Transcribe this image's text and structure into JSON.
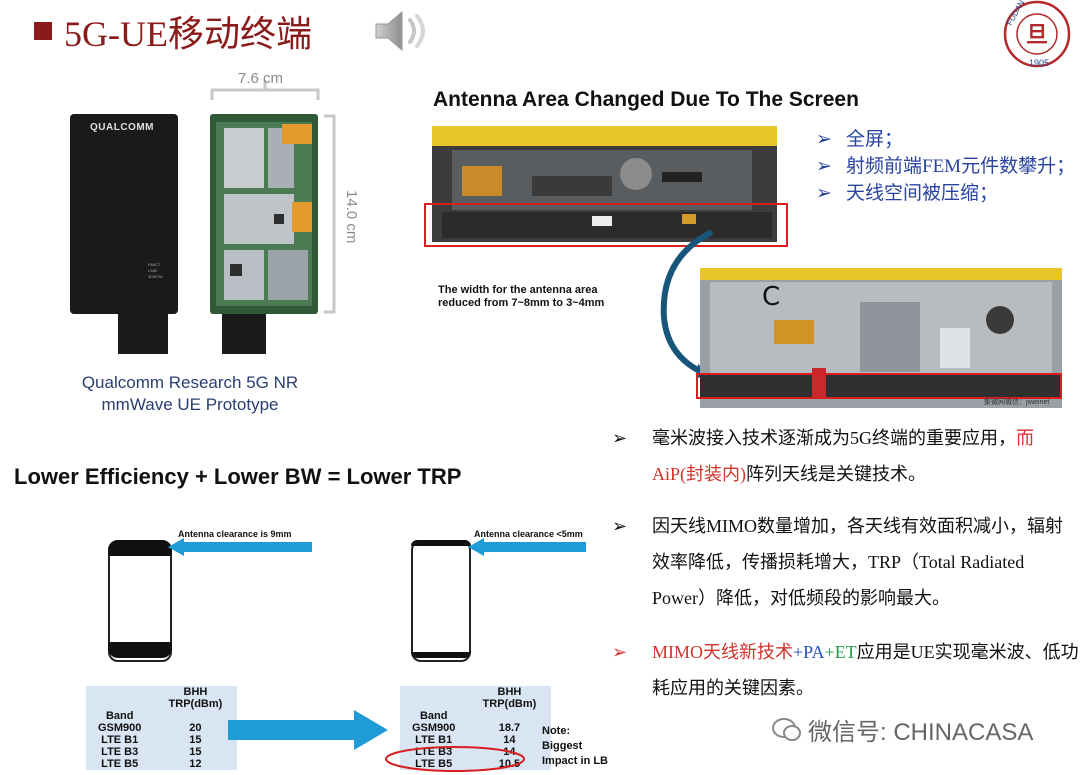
{
  "header": {
    "title": "5G-UE移动终端",
    "logo_text": "FUDAN UNIVERSITY 1905"
  },
  "prototype": {
    "width_label": "7.6 cm",
    "height_label": "14.0 cm",
    "brand_text": "QUALCOMM",
    "small_print": [
      "FA5C7",
      "L380",
      "3D3F2A"
    ],
    "caption_lines": [
      "Qualcomm Research 5G NR",
      "mmWave UE Prototype"
    ]
  },
  "antenna": {
    "title": "Antenna Area Changed Due To The Screen",
    "width_note_lines": [
      "The width for the antenna area",
      "reduced from 7~8mm to 3~4mm"
    ],
    "photo_credit": "集微网微信：jiweinet",
    "photo2_mark": "C",
    "bullets": [
      "全屏；",
      "射频前端FEM元件数攀升；",
      "天线空间被压缩；"
    ]
  },
  "efficiency": {
    "title": "Lower Efficiency + Lower BW = Lower TRP",
    "left": {
      "clearance": "Antenna clearance is 9mm",
      "table": {
        "headers": [
          "Band",
          "BHH TRP(dBm)"
        ],
        "rows": [
          [
            "GSM900",
            "20"
          ],
          [
            "LTE B1",
            "15"
          ],
          [
            "LTE B3",
            "15"
          ],
          [
            "LTE B5",
            "12"
          ]
        ]
      }
    },
    "right": {
      "clearance": "Antenna clearance <5mm",
      "table": {
        "headers": [
          "Band",
          "BHH TRP(dBm)"
        ],
        "rows": [
          [
            "GSM900",
            "18.7"
          ],
          [
            "LTE B1",
            "14"
          ],
          [
            "LTE B3",
            "14"
          ],
          [
            "LTE B5",
            "10.5"
          ]
        ]
      }
    },
    "note_lines": [
      "Note:",
      "Biggest",
      "Impact in LB"
    ]
  },
  "paragraphs": {
    "p1_black": "毫米波接入技术逐渐成为5G终端的重要应用，",
    "p1_red": "而AiP(封装内)",
    "p1_tail": "阵列天线是关键技术。",
    "p2": "因天线MIMO数量增加，各天线有效面积减小，辐射效率降低，传播损耗增大，TRP（Total Radiated Power）降低，对低频段的影响最大。",
    "p3_red": "MIMO天线新技术",
    "p3_plus1": "+",
    "p3_blue": "PA",
    "p3_plus2": "+",
    "p3_green": "ET",
    "p3_tail": "应用是UE实现毫米波、低功耗应用的关键因素。"
  },
  "watermark": {
    "text": "微信号: CHINACASA"
  },
  "colors": {
    "title": "#8b1a1a",
    "bullet_blue": "#2843a0",
    "red": "#d0342c",
    "blue": "#2051c0",
    "green": "#1d9a4a",
    "arrow_blue": "#1f9bd7",
    "table_bg": "#d9e5f3"
  }
}
